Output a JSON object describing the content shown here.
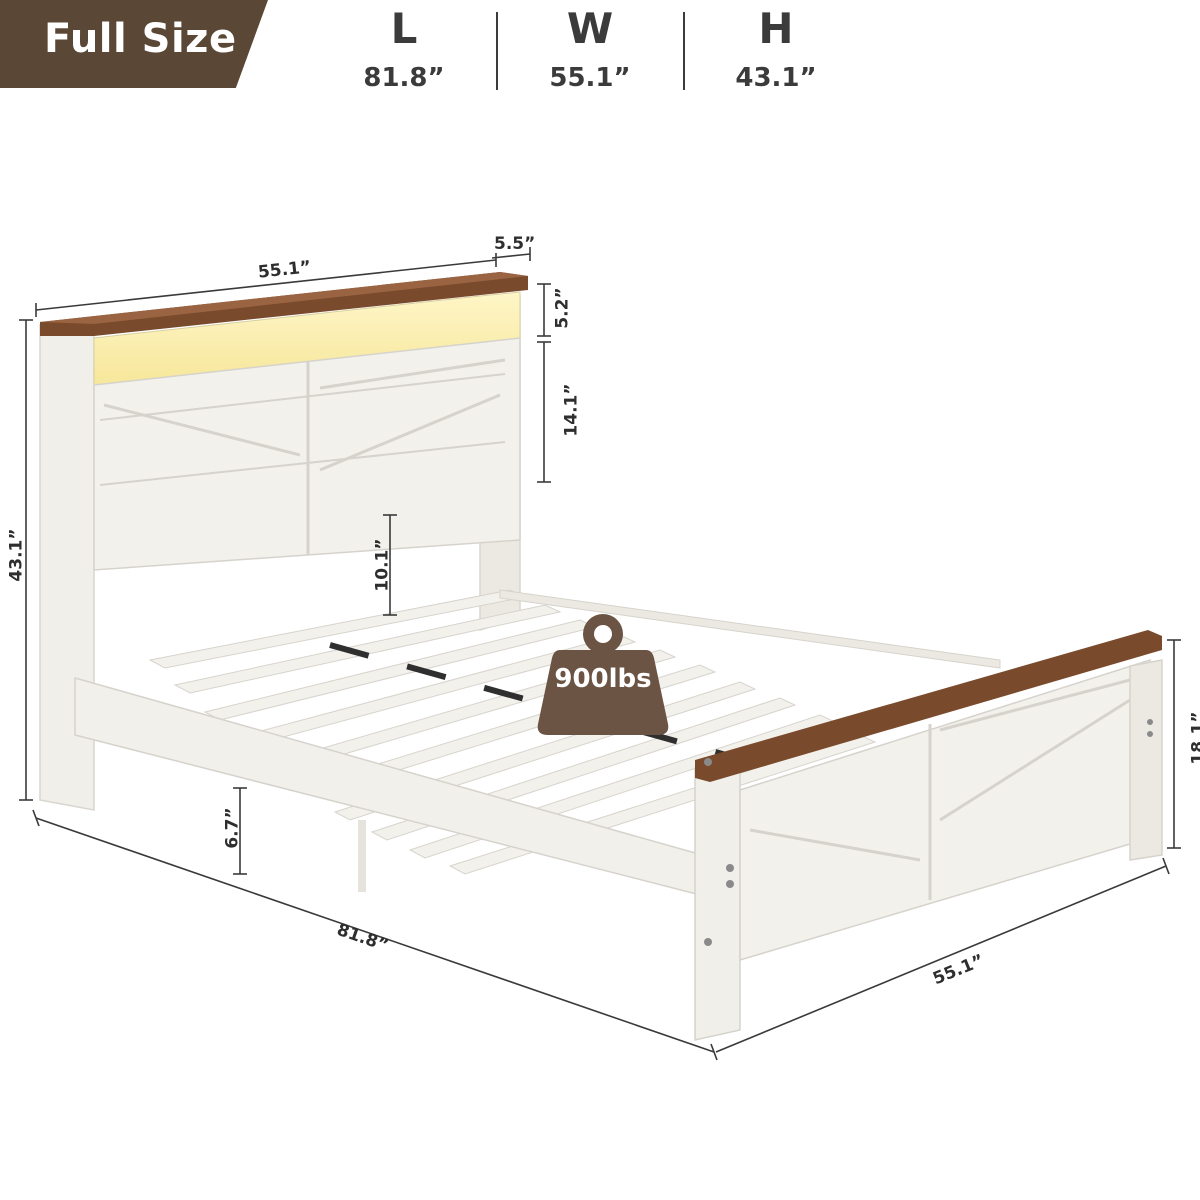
{
  "badge": {
    "label": "Full Size"
  },
  "specs": [
    {
      "letter": "L",
      "value": "81.8”"
    },
    {
      "letter": "W",
      "value": "55.1”"
    },
    {
      "letter": "H",
      "value": "43.1”"
    }
  ],
  "dimensions": {
    "headboard_width": "55.1”",
    "shelf_depth": "5.5”",
    "shelf_height": "5.2”",
    "panel_height": "14.1”",
    "total_height": "43.1”",
    "underbed_gap": "10.1”",
    "floor_clearance": "6.7”",
    "length": "81.8”",
    "footboard_height": "18.1”",
    "footboard_width": "55.1”"
  },
  "weight_capacity": "900lbs",
  "colors": {
    "badge": "#5a4736",
    "wood_top": "#7a4a2c",
    "frame_white": "#f1efea",
    "led": "#fff1a8",
    "weight_icon": "#6b5443"
  }
}
